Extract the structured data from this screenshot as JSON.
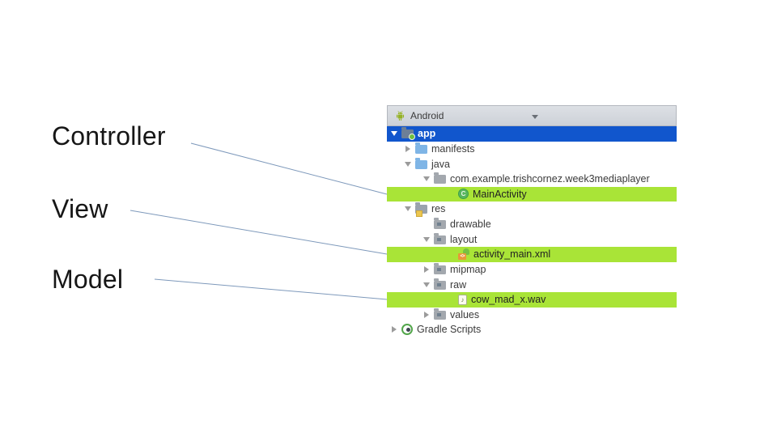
{
  "labels": {
    "controller": "Controller",
    "view": "View",
    "model": "Model"
  },
  "panel": {
    "toolbar": {
      "selector_label": "Android"
    },
    "tree": [
      {
        "label": "app",
        "icon": "app-folder-icon",
        "state": "expanded",
        "selected": true
      },
      {
        "label": "manifests",
        "icon": "folder-icon-blue",
        "state": "collapsed"
      },
      {
        "label": "java",
        "icon": "folder-icon-blue",
        "state": "expanded"
      },
      {
        "label": "com.example.trishcornez.week3mediaplayer",
        "icon": "package-folder-icon",
        "state": "expanded"
      },
      {
        "label": "MainActivity",
        "icon": "class-icon",
        "highlighted": true
      },
      {
        "label": "res",
        "icon": "res-folder-icon",
        "state": "expanded"
      },
      {
        "label": "drawable",
        "icon": "resource-folder-icon",
        "state": "none"
      },
      {
        "label": "layout",
        "icon": "resource-folder-icon",
        "state": "expanded"
      },
      {
        "label": "activity_main.xml",
        "icon": "xml-layout-icon",
        "highlighted": true
      },
      {
        "label": "mipmap",
        "icon": "resource-folder-icon",
        "state": "collapsed"
      },
      {
        "label": "raw",
        "icon": "resource-folder-icon",
        "state": "expanded"
      },
      {
        "label": "cow_mad_x.wav",
        "icon": "audio-file-icon",
        "highlighted": true
      },
      {
        "label": "values",
        "icon": "resource-folder-icon",
        "state": "collapsed"
      },
      {
        "label": "Gradle Scripts",
        "icon": "gradle-icon",
        "state": "collapsed"
      }
    ]
  },
  "glyphs": {
    "class_badge": "C",
    "xml_tag": "<>",
    "audio_note": "♪"
  },
  "colors": {
    "selection_blue": "#1156cd",
    "highlight_green": "#a9e437",
    "connector_line": "#7e99bb"
  }
}
